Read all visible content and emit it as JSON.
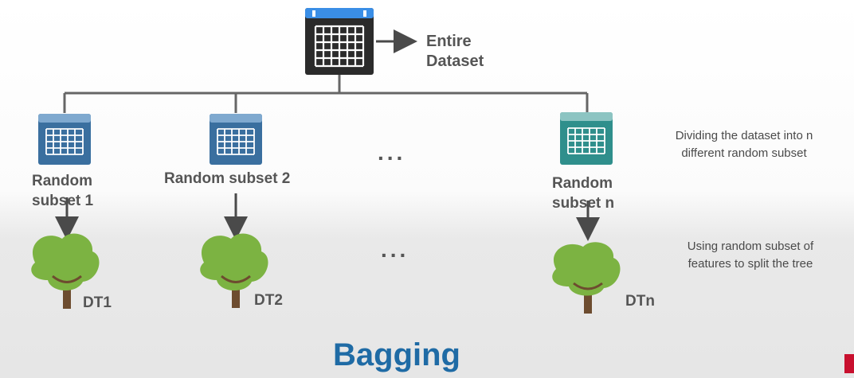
{
  "colors": {
    "accent_title": "#1f6ba5",
    "connector": "#666666",
    "arrow": "#4a4a4a",
    "dataset_dark": "#2b2b2b",
    "dataset_tab": "#3a8ee6",
    "subset_blue": "#3a6f9f",
    "subset_blue_tab": "#7fa9cf",
    "subset_teal": "#2f8f8c",
    "subset_teal_tab": "#8cc4c2",
    "tree_green": "#7cb342",
    "tree_trunk": "#6d4c2f",
    "corner_logo": "#c8102e"
  },
  "root": {
    "icon": "table-icon",
    "label_line1": "Entire",
    "label_line2": "Dataset"
  },
  "subsets": [
    {
      "icon": "table-icon",
      "label_line1": "Random",
      "label_line2": "subset 1"
    },
    {
      "icon": "table-icon",
      "label_line1": "Random subset 2",
      "label_line2": ""
    },
    {
      "icon": "table-icon",
      "label_line1": "Random",
      "label_line2": "subset n"
    }
  ],
  "ellipsis_subsets": "...",
  "ellipsis_trees": "...",
  "trees": [
    {
      "icon": "tree-icon",
      "label": "DT1"
    },
    {
      "icon": "tree-icon",
      "label": "DT2"
    },
    {
      "icon": "tree-icon",
      "label": "DTn"
    }
  ],
  "notes": {
    "subsets_line1": "Dividing the dataset into n",
    "subsets_line2": "different random subset",
    "trees_line1": "Using random subset of",
    "trees_line2": "features to split the tree"
  },
  "title": "Bagging"
}
